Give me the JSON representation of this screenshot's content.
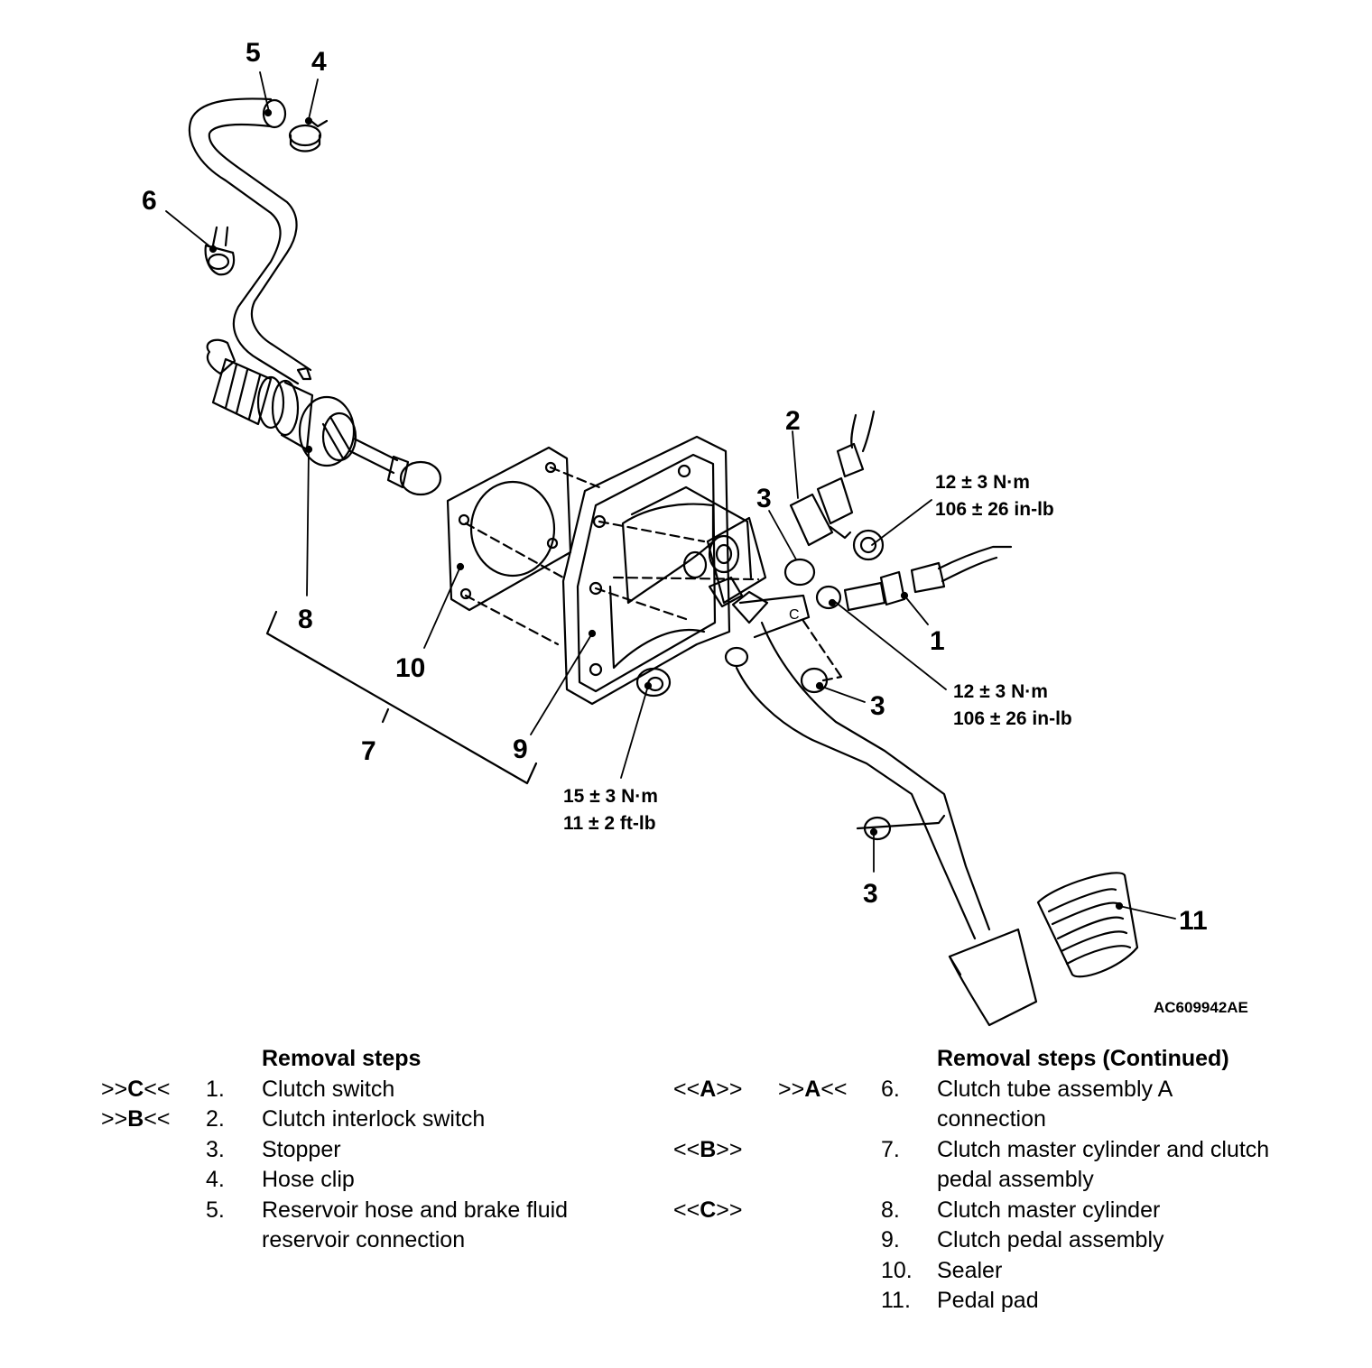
{
  "callouts": {
    "c1": "1",
    "c2": "2",
    "c3a": "3",
    "c3b": "3",
    "c3c": "3",
    "c4": "4",
    "c5": "5",
    "c6": "6",
    "c7": "7",
    "c8": "8",
    "c9": "9",
    "c10": "10",
    "c11": "11"
  },
  "torques": {
    "t2_nm": "12 ± 3 N·m",
    "t2_in": "106 ± 26 in-lb",
    "t1_nm": "12 ± 3 N·m",
    "t1_in": "106 ± 26 in-lb",
    "t9_nm": "15 ± 3 N·m",
    "t9_ft": "11 ± 2 ft-lb"
  },
  "figure_id": "AC609942AE",
  "left": {
    "header": "Removal steps",
    "items": [
      {
        "ref_a": ">>",
        "ref_b": "C",
        "ref_c": "<<",
        "num": "1.",
        "text": "Clutch switch"
      },
      {
        "ref_a": ">>",
        "ref_b": "B",
        "ref_c": "<<",
        "num": "2.",
        "text": "Clutch interlock switch"
      },
      {
        "ref_a": "",
        "ref_b": "",
        "ref_c": "",
        "num": "3.",
        "text": "Stopper"
      },
      {
        "ref_a": "",
        "ref_b": "",
        "ref_c": "",
        "num": "4.",
        "text": "Hose clip"
      },
      {
        "ref_a": "",
        "ref_b": "",
        "ref_c": "",
        "num": "5.",
        "text": "Reservoir hose and brake fluid"
      },
      {
        "ref_a": "",
        "ref_b": "",
        "ref_c": "",
        "num": "",
        "text": "reservoir connection"
      }
    ]
  },
  "right": {
    "header": "Removal steps (Continued)",
    "items": [
      {
        "inst_a": "<<",
        "inst_b": "A",
        "inst_c": ">>",
        "rem_a": ">>",
        "rem_b": "A",
        "rem_c": "<<",
        "num": "6.",
        "text": "Clutch tube assembly A"
      },
      {
        "inst_a": "",
        "inst_b": "",
        "inst_c": "",
        "rem_a": "",
        "rem_b": "",
        "rem_c": "",
        "num": "",
        "text": "connection"
      },
      {
        "inst_a": "<<",
        "inst_b": "B",
        "inst_c": ">>",
        "rem_a": "",
        "rem_b": "",
        "rem_c": "",
        "num": "7.",
        "text": "Clutch master cylinder and clutch"
      },
      {
        "inst_a": "",
        "inst_b": "",
        "inst_c": "",
        "rem_a": "",
        "rem_b": "",
        "rem_c": "",
        "num": "",
        "text": "pedal assembly"
      },
      {
        "inst_a": "<<",
        "inst_b": "C",
        "inst_c": ">>",
        "rem_a": "",
        "rem_b": "",
        "rem_c": "",
        "num": "8.",
        "text": "Clutch master cylinder"
      },
      {
        "inst_a": "",
        "inst_b": "",
        "inst_c": "",
        "rem_a": "",
        "rem_b": "",
        "rem_c": "",
        "num": "9.",
        "text": "Clutch pedal assembly"
      },
      {
        "inst_a": "",
        "inst_b": "",
        "inst_c": "",
        "rem_a": "",
        "rem_b": "",
        "rem_c": "",
        "num": "10.",
        "text": "Sealer"
      },
      {
        "inst_a": "",
        "inst_b": "",
        "inst_c": "",
        "rem_a": "",
        "rem_b": "",
        "rem_c": "",
        "num": "11.",
        "text": "Pedal pad"
      }
    ]
  }
}
